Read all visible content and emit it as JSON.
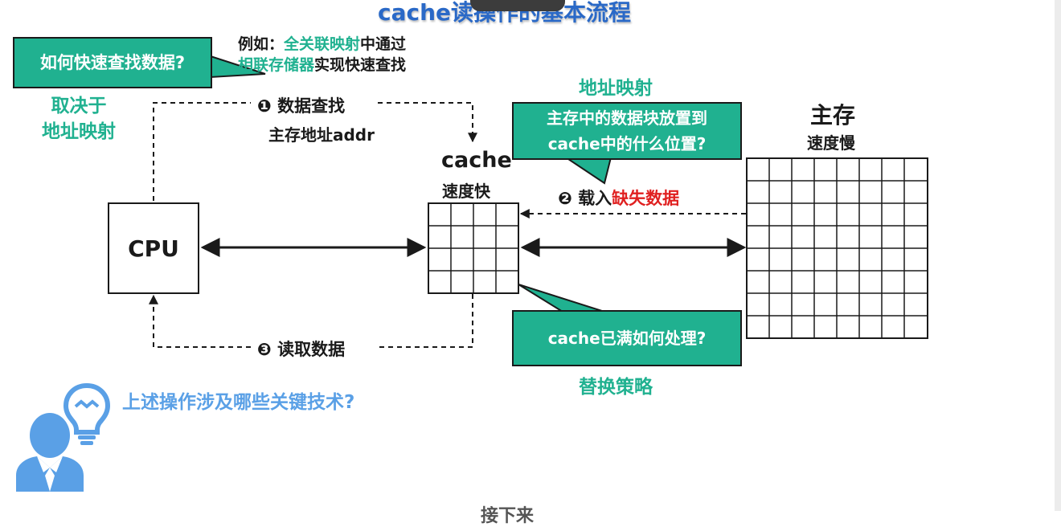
{
  "title": "cache读操作的基本流程",
  "callouts": {
    "fast_find": "如何快速查找数据?",
    "placement_line1": "主存中的数据块放置到",
    "placement_line2": "cache中的什么位置?",
    "full": "cache已满如何处理?"
  },
  "notes": {
    "example_prefix": "例如：",
    "example_assoc": "全关联映射",
    "example_mid": "中通过",
    "example_cam": "相联存储器",
    "example_suffix": "实现快速查找",
    "depends_line1": "取决于",
    "depends_line2": "地址映射",
    "address_mapping": "地址映射",
    "replacement": "替换策略"
  },
  "steps": {
    "step1": "❶  数据查找",
    "step1_sub": "主存地址addr",
    "step2_prefix": "❷  载入",
    "step2_red": "缺失数据",
    "step3": "❸  读取数据"
  },
  "components": {
    "cpu": "CPU",
    "cache": "cache",
    "cache_speed": "速度快",
    "memory": "主存",
    "memory_speed": "速度慢"
  },
  "question": "上述操作涉及哪些关键技术?",
  "footer": "接下来",
  "colors": {
    "accent_teal": "#20b190",
    "title_blue": "#2a69c7",
    "question_blue": "#5aa0e6",
    "miss_red": "#e02020"
  },
  "icons": [
    "person-icon",
    "lightbulb-icon"
  ]
}
